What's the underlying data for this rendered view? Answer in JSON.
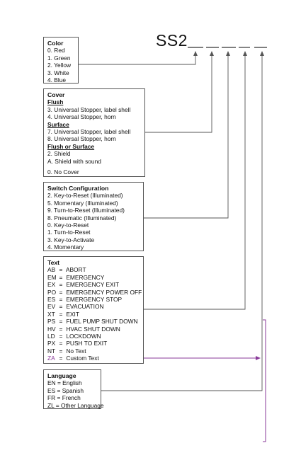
{
  "model_prefix": "SS2",
  "colors": {
    "line": "#555555",
    "purple": "#8a3a9a"
  },
  "color_box": {
    "title": "Color",
    "items": [
      "0.  Red",
      "1.  Green",
      "2.  Yellow",
      "3.  White",
      "4.  Blue"
    ]
  },
  "cover_box": {
    "title": "Cover",
    "flush_heading": "Flush",
    "flush_items": [
      "3.  Universal Stopper, label shell",
      "4.  Universal Stopper, horn"
    ],
    "surface_heading": "Surface",
    "surface_items": [
      "7.  Universal Stopper, label shell",
      "8.  Universal Stopper, horn"
    ],
    "either_heading": "Flush or Surface",
    "either_items": [
      "2.  Shield",
      "A.  Shield with sound"
    ],
    "none_item": "0.  No Cover"
  },
  "switch_box": {
    "title": "Switch Configuration",
    "items": [
      "2.  Key-to-Reset (Illuminated)",
      "5.  Momentary (Illuminated)",
      "9.  Turn-to-Reset (Illuminated)",
      "8.  Pneumatic (Illuminated)",
      "0.  Key-to-Reset",
      "1.  Turn-to-Reset",
      "3.  Key-to-Activate",
      "4.  Momentary"
    ]
  },
  "text_box": {
    "title": "Text",
    "items": [
      {
        "code": "AB",
        "eq": "=",
        "label": "ABORT"
      },
      {
        "code": "EM",
        "eq": "=",
        "label": "EMERGENCY"
      },
      {
        "code": "EX",
        "eq": "=",
        "label": "EMERGENCY EXIT"
      },
      {
        "code": "PO",
        "eq": "=",
        "label": "EMERGENCY POWER OFF"
      },
      {
        "code": "ES",
        "eq": "=",
        "label": "EMERGENCY STOP"
      },
      {
        "code": "EV",
        "eq": "=",
        "label": "EVACUATION"
      },
      {
        "code": "XT",
        "eq": "=",
        "label": "EXIT"
      },
      {
        "code": "PS",
        "eq": "=",
        "label": "FUEL PUMP SHUT DOWN"
      },
      {
        "code": "HV",
        "eq": "=",
        "label": "HVAC SHUT DOWN"
      },
      {
        "code": "LD",
        "eq": "=",
        "label": "LOCKDOWN"
      },
      {
        "code": "PX",
        "eq": "=",
        "label": "PUSH TO EXIT"
      },
      {
        "code": "NT",
        "eq": "=",
        "label": "No Text"
      }
    ],
    "custom": {
      "code": "ZA",
      "eq": "=",
      "label": "Custom Text"
    }
  },
  "language_box": {
    "title": "Language",
    "items": [
      "EN = English",
      "ES = Spanish",
      "FR = French",
      "ZL = Other Language"
    ]
  }
}
